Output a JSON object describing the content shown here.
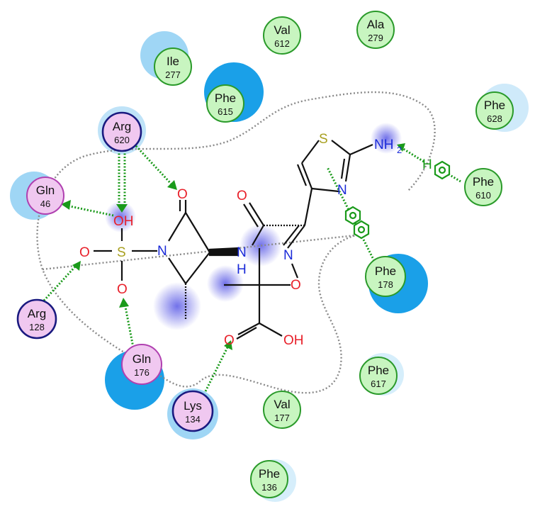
{
  "colors": {
    "hydrophobic_fill": "#c8f5c0",
    "hydrophobic_stroke": "#2a9a2a",
    "polar_fill": "#f0c8f0",
    "polar_stroke": "#b040b0",
    "charged_stroke": "#1a1a80",
    "exposure_halo": "#9fd6f5",
    "exposure_halo_strong": "#1aa0e8",
    "hbond": "#1a9a1a",
    "pocket_outline": "#8a8a8a",
    "bond": "#111111",
    "oxygen": "#e8202a",
    "nitrogen": "#1a2ad8",
    "sulfur": "#a8a020",
    "ligand_exposure": "#6a6ae8"
  },
  "residues": [
    {
      "id": "val612",
      "name": "Val",
      "number": "612",
      "type": "hydrophobic"
    },
    {
      "id": "ala279",
      "name": "Ala",
      "number": "279",
      "type": "hydrophobic"
    },
    {
      "id": "ile277",
      "name": "Ile",
      "number": "277",
      "type": "hydrophobic"
    },
    {
      "id": "phe615",
      "name": "Phe",
      "number": "615",
      "type": "hydrophobic"
    },
    {
      "id": "phe628",
      "name": "Phe",
      "number": "628",
      "type": "hydrophobic"
    },
    {
      "id": "arg620",
      "name": "Arg",
      "number": "620",
      "type": "charged"
    },
    {
      "id": "gln46",
      "name": "Gln",
      "number": "46",
      "type": "polar"
    },
    {
      "id": "phe610",
      "name": "Phe",
      "number": "610",
      "type": "hydrophobic"
    },
    {
      "id": "phe178",
      "name": "Phe",
      "number": "178",
      "type": "hydrophobic"
    },
    {
      "id": "arg128",
      "name": "Arg",
      "number": "128",
      "type": "charged"
    },
    {
      "id": "gln176",
      "name": "Gln",
      "number": "176",
      "type": "polar"
    },
    {
      "id": "phe617",
      "name": "Phe",
      "number": "617",
      "type": "hydrophobic"
    },
    {
      "id": "lys134",
      "name": "Lys",
      "number": "134",
      "type": "charged"
    },
    {
      "id": "val177",
      "name": "Val",
      "number": "177",
      "type": "hydrophobic"
    },
    {
      "id": "phe136",
      "name": "Phe",
      "number": "136",
      "type": "hydrophobic"
    }
  ],
  "atoms": {
    "S_thiazole": "S",
    "NH2": "NH",
    "NH2_sub": "2",
    "H_amine": "H",
    "N_thiazole": "N",
    "O_amide": "O",
    "N_oxime": "N",
    "O_oxime": "O",
    "NH_amide_N": "N",
    "NH_amide_H": "H",
    "O_lactam": "O",
    "N_lactam": "N",
    "OH_sulfonate": "OH",
    "S_sulfonate": "S",
    "O_sulfonate_left": "O",
    "O_sulfonate_bottom": "O",
    "O_carboxyl": "O",
    "OH_carboxyl": "OH"
  }
}
